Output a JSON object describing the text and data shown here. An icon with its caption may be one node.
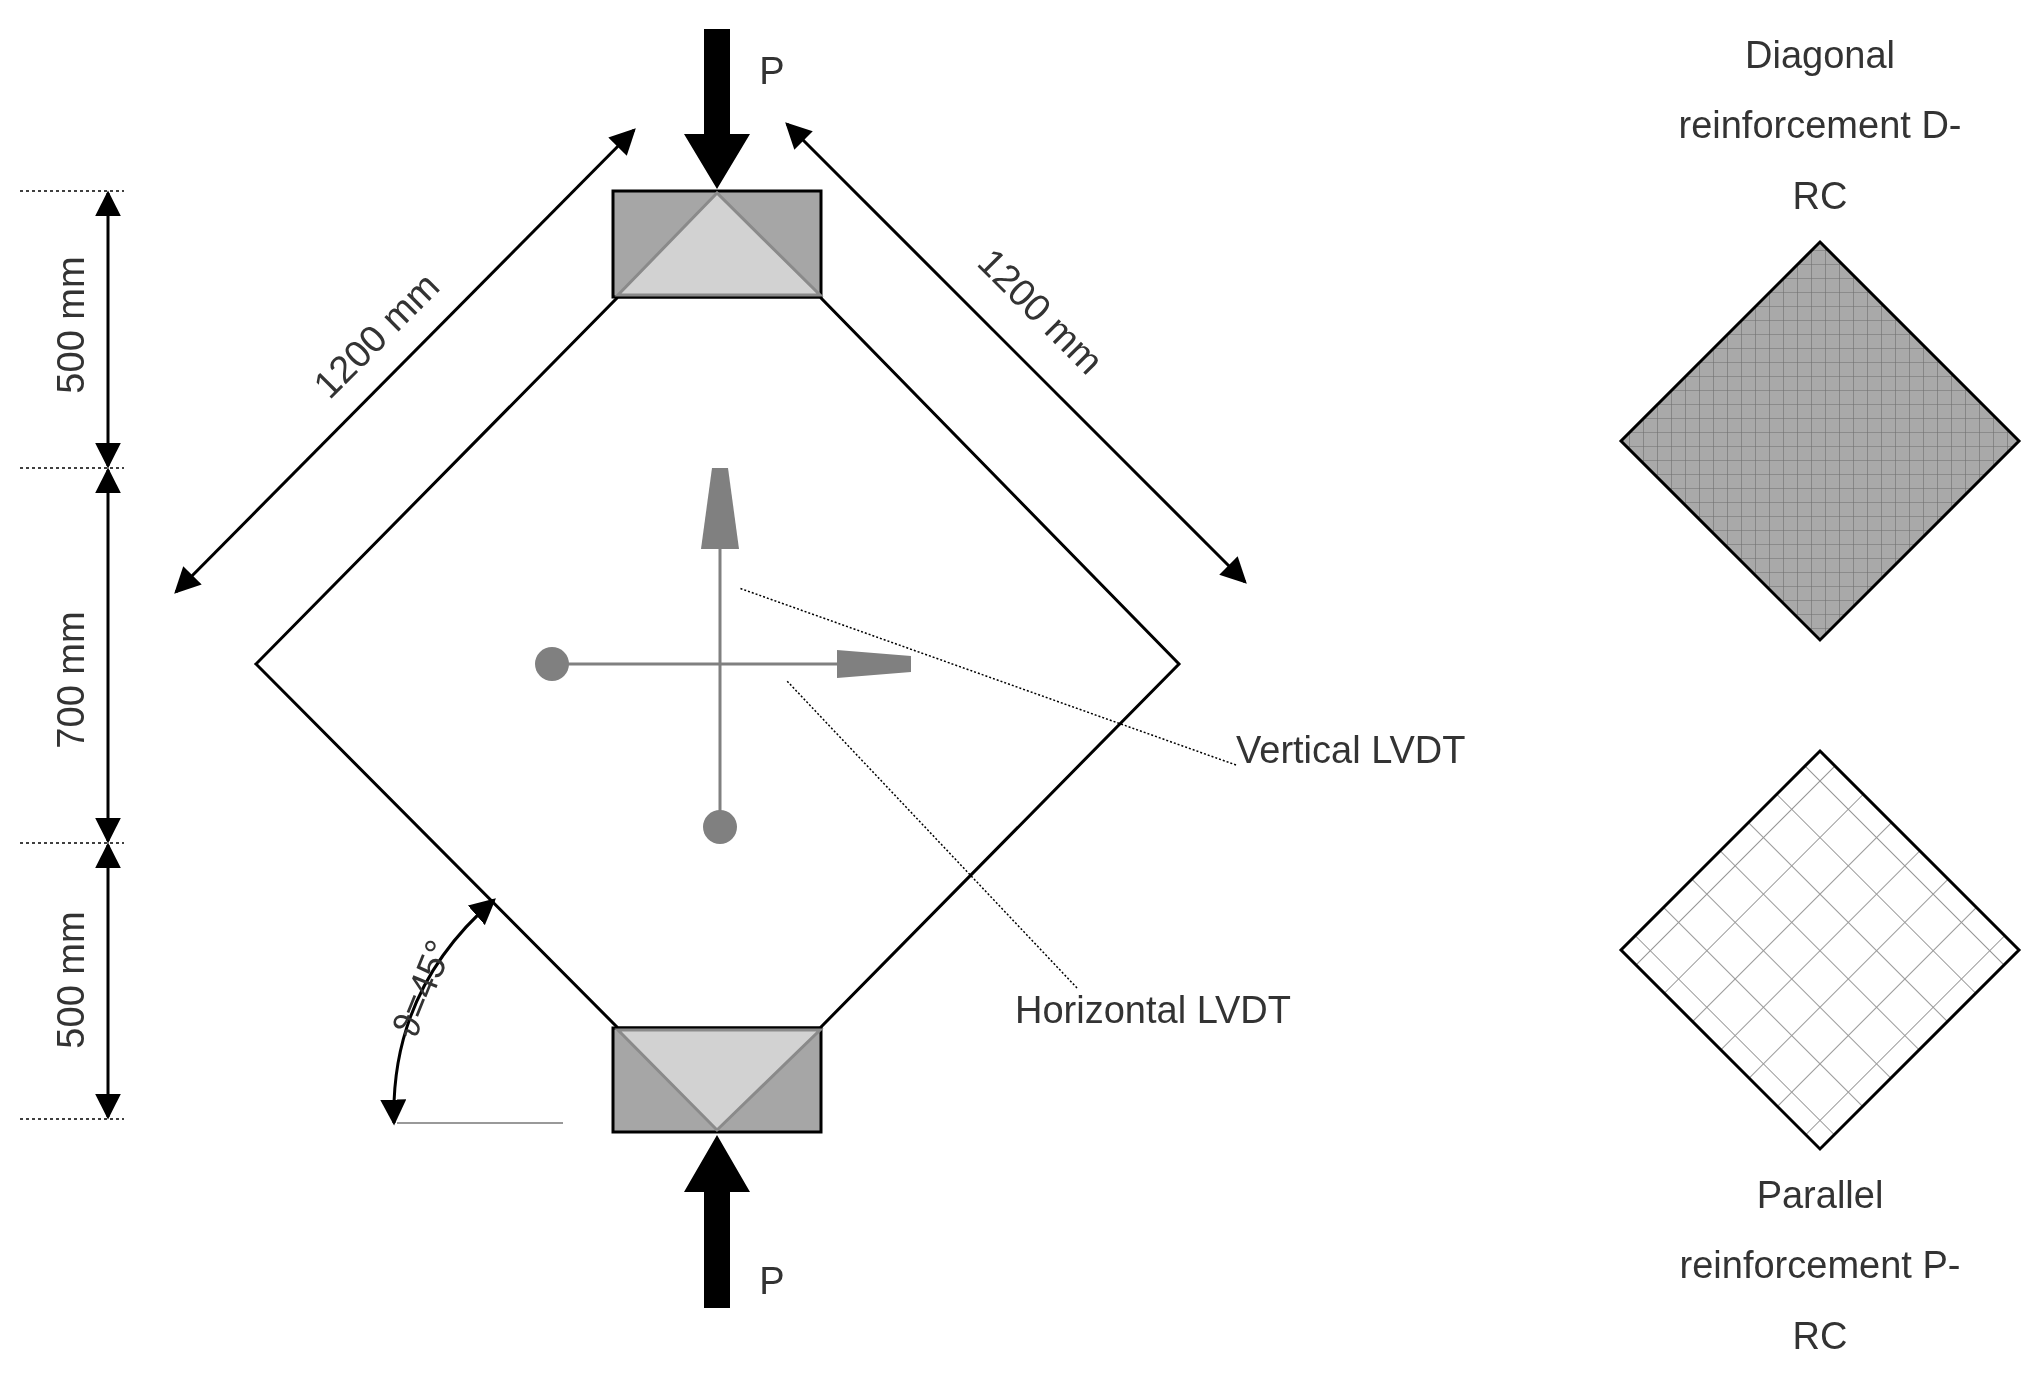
{
  "diagram": {
    "nodes": [
      {
        "text": [],
        "shape": "picture"
      },
      {
        "text": [],
        "shape": "picture"
      },
      {
        "text": [
          "Diagonal reinforcement D-RC"
        ]
      },
      {
        "text": [
          "Vertical LVDT"
        ]
      },
      {
        "text": [
          "Horizontal LVDT"
        ]
      },
      {
        "text": [
          "Parallel reinforcement P-RC"
        ]
      }
    ],
    "edges": [
      {
        "from": 3,
        "to": 0,
        "arrow": "none",
        "style": "dashed"
      },
      {
        "from": 4,
        "to": 1,
        "arrow": "none",
        "style": "dashed"
      }
    ],
    "labels": [
      "P",
      "1200 mm",
      "1200 mm",
      "500 mm",
      "700 mm",
      "500 mm",
      "ϑ=45°",
      "P"
    ]
  }
}
